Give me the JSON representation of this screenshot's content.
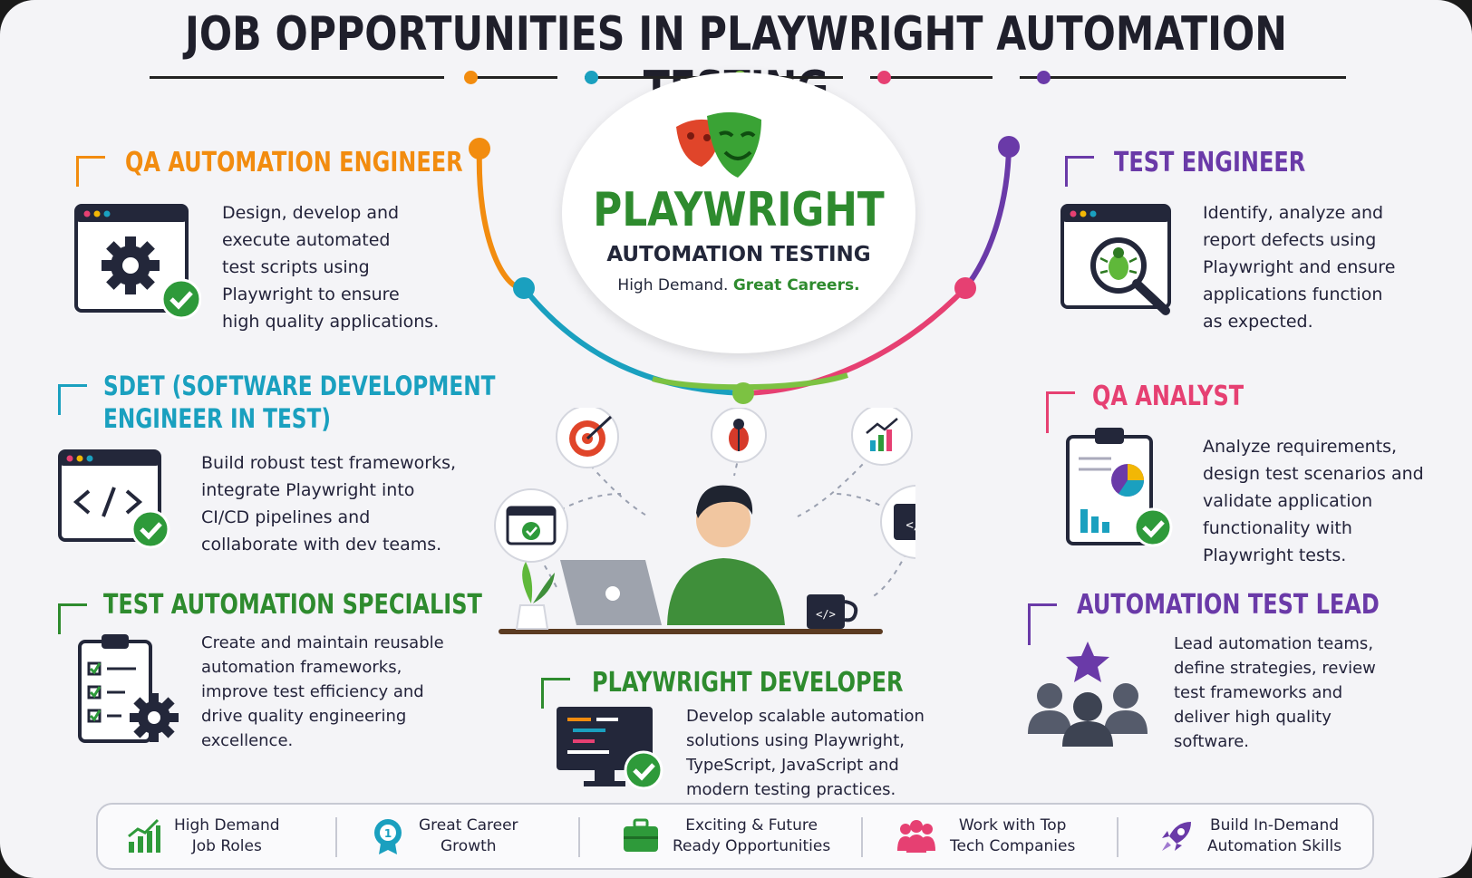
{
  "title": "JOB OPPORTUNITIES IN PLAYWRIGHT AUTOMATION TESTING",
  "colors": {
    "orange": "#f28c0f",
    "teal": "#1aa0bf",
    "green": "#2e8b2e",
    "light_green": "#7cc242",
    "pink": "#e64072",
    "purple": "#6a3aa8",
    "dark": "#23273a"
  },
  "center": {
    "logo_icon": "theater-masks-icon",
    "name": "PLAYWRIGHT",
    "subtitle": "AUTOMATION TESTING",
    "tagline_plain": "High Demand.",
    "tagline_accent": "Great Careers."
  },
  "roles": {
    "qa_engineer": {
      "title": "QA AUTOMATION ENGINEER",
      "lines": [
        "Design, develop and",
        "execute automated",
        "test scripts using",
        "Playwright to ensure",
        "high quality applications."
      ],
      "icon": "gear-window-icon"
    },
    "sdet": {
      "title_line1": "SDET (SOFTWARE DEVELOPMENT",
      "title_line2": "ENGINEER IN TEST)",
      "lines": [
        "Build robust test frameworks,",
        "integrate Playwright into",
        "CI/CD pipelines and",
        "collaborate with dev teams."
      ],
      "icon": "code-window-icon"
    },
    "specialist": {
      "title": "TEST AUTOMATION SPECIALIST",
      "lines": [
        "Create and maintain reusable",
        "automation frameworks,",
        "improve test efficiency and",
        "drive quality engineering",
        "excellence."
      ],
      "icon": "checklist-gear-icon"
    },
    "test_engineer": {
      "title": "TEST ENGINEER",
      "lines": [
        "Identify, analyze and",
        "report defects using",
        "Playwright and ensure",
        "applications function",
        "as expected."
      ],
      "icon": "bug-magnifier-icon"
    },
    "qa_analyst": {
      "title": "QA ANALYST",
      "lines": [
        "Analyze requirements,",
        "design test scenarios and",
        "validate application",
        "functionality with",
        "Playwright tests."
      ],
      "icon": "clipboard-chart-icon"
    },
    "test_lead": {
      "title": "AUTOMATION TEST LEAD",
      "lines": [
        "Lead automation teams,",
        "define strategies, review",
        "test frameworks and",
        "deliver high quality",
        "software."
      ],
      "icon": "team-star-icon"
    },
    "developer": {
      "title": "PLAYWRIGHT DEVELOPER",
      "lines": [
        "Develop scalable automation",
        "solutions using Playwright,",
        "TypeScript, JavaScript and",
        "modern testing practices."
      ],
      "icon": "monitor-code-icon"
    }
  },
  "benefits": [
    {
      "line1": "High Demand",
      "line2": "Job Roles",
      "icon": "growth-chart-icon"
    },
    {
      "line1": "Great Career",
      "line2": "Growth",
      "icon": "award-badge-icon"
    },
    {
      "line1": "Exciting & Future",
      "line2": "Ready Opportunities",
      "icon": "briefcase-icon"
    },
    {
      "line1": "Work with Top",
      "line2": "Tech Companies",
      "icon": "people-group-icon"
    },
    {
      "line1": "Build In-Demand",
      "line2": "Automation Skills",
      "icon": "rocket-icon"
    }
  ]
}
